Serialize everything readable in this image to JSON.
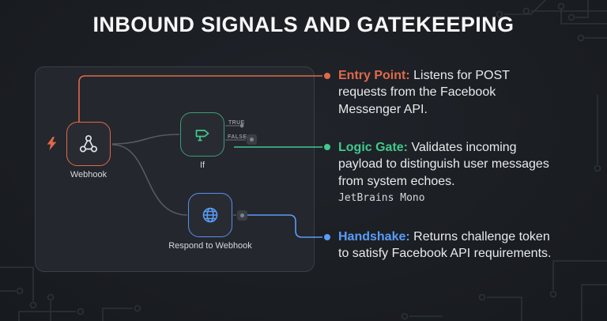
{
  "title": "INBOUND SIGNALS AND GATEKEEPING",
  "workflow": {
    "nodes": {
      "webhook": {
        "label": "Webhook"
      },
      "if": {
        "label": "If",
        "outputs": {
          "true": "TRUE",
          "false": "FALSE"
        }
      },
      "respond": {
        "label": "Respond to Webhook"
      }
    }
  },
  "annotations": [
    {
      "term": "Entry Point:",
      "text": "Listens for POST requests from the Facebook Messenger API."
    },
    {
      "term": "Logic Gate:",
      "text": "Validates incoming payload to distinguish user messages from system echoes.",
      "note": "JetBrains Mono"
    },
    {
      "term": "Handshake:",
      "text": "Returns challenge token to satisfy Facebook API requirements."
    }
  ],
  "colors": {
    "entry_point": "#e0694b",
    "logic_gate": "#41c98c",
    "handshake": "#5a9cf8",
    "background": "#1b1e23",
    "panel": "#24272d"
  }
}
